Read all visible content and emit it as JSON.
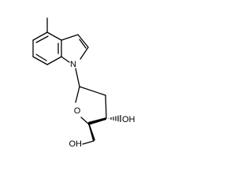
{
  "molecule": {
    "atoms": {
      "nitrogen": "N",
      "ring_oxygen": "O",
      "hydroxyl_ring": "OH",
      "hydroxymethyl": "OH"
    }
  }
}
